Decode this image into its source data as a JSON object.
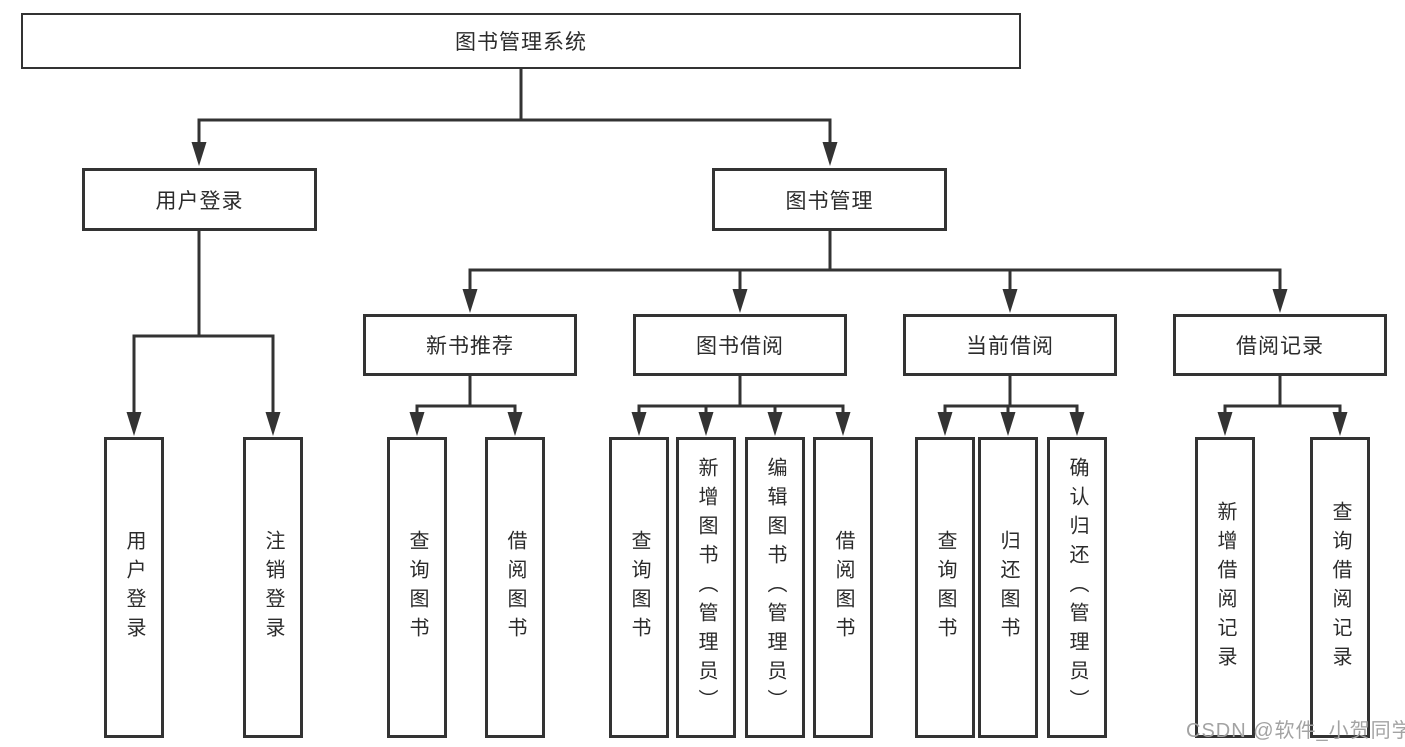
{
  "diagram_title": "图书管理系统",
  "colors": {
    "background": "#ffffff",
    "line": "#333333",
    "text": "#2b2b2b",
    "watermark": "#a3a3a3"
  },
  "tree": {
    "root": {
      "label": "图书管理系统",
      "children": [
        {
          "label": "用户登录",
          "children": [
            {
              "label": "用户登录"
            },
            {
              "label": "注销登录"
            }
          ]
        },
        {
          "label": "图书管理",
          "children": [
            {
              "label": "新书推荐",
              "children": [
                {
                  "label": "查询图书"
                },
                {
                  "label": "借阅图书"
                }
              ]
            },
            {
              "label": "图书借阅",
              "children": [
                {
                  "label": "查询图书"
                },
                {
                  "label": "新增图书（管理员）"
                },
                {
                  "label": "编辑图书（管理员）"
                },
                {
                  "label": "借阅图书"
                }
              ]
            },
            {
              "label": "当前借阅",
              "children": [
                {
                  "label": "查询图书"
                },
                {
                  "label": "归还图书"
                },
                {
                  "label": "确认归还（管理员）"
                }
              ]
            },
            {
              "label": "借阅记录",
              "children": [
                {
                  "label": "新增借阅记录"
                },
                {
                  "label": "查询借阅记录"
                }
              ]
            }
          ]
        }
      ]
    }
  },
  "watermark": {
    "text": "CSDN @软件_小贺同学"
  }
}
